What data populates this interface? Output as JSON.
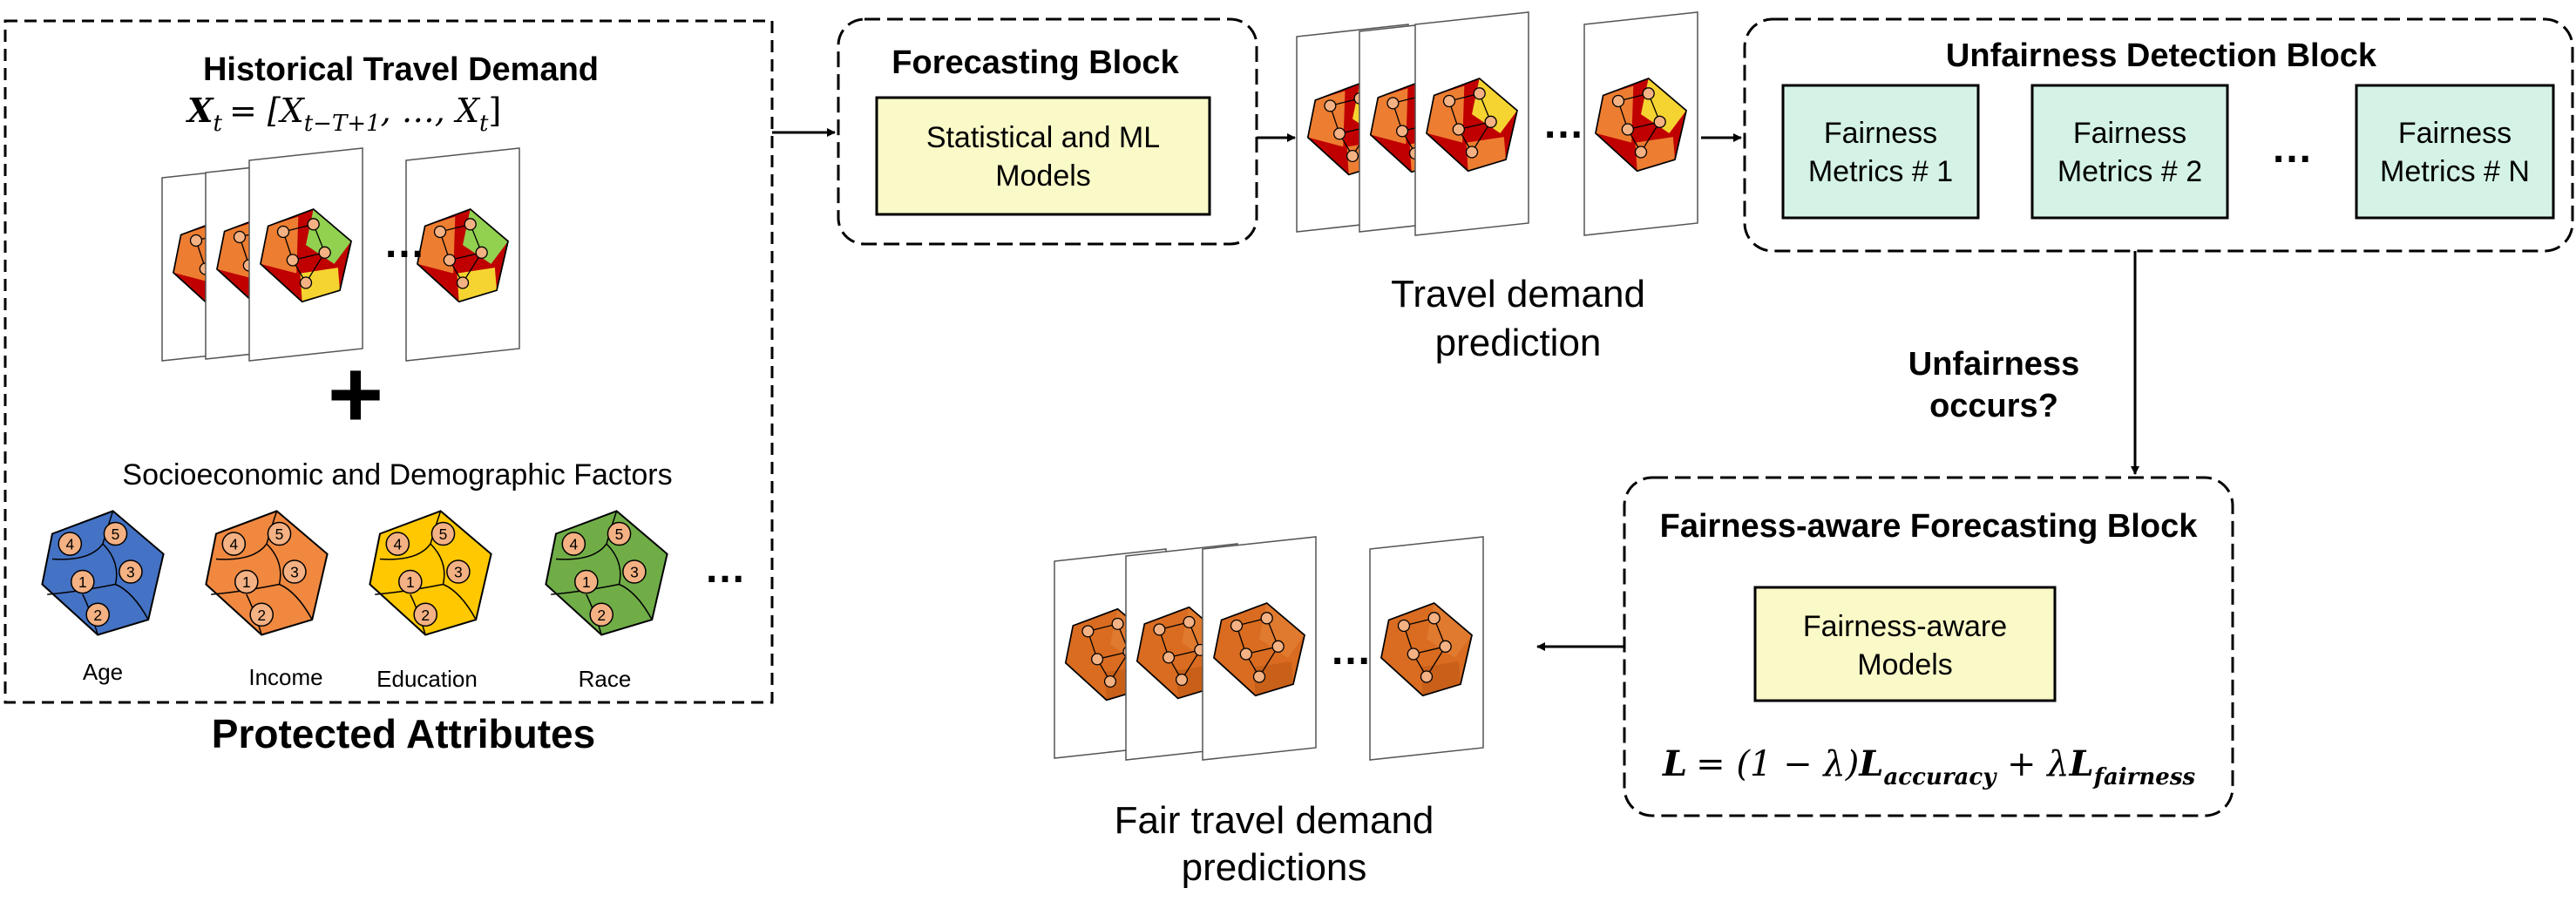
{
  "colors": {
    "box_fill": "#fafac8",
    "metric_fill": "#d4f2e6",
    "metric_stroke": "#2e8b7a",
    "age": "#4472c4",
    "income": "#f08840",
    "education": "#ffc800",
    "race": "#70ad47",
    "map_dark_red": "#c00000",
    "map_orange": "#ed7d31",
    "map_yellow": "#f5d431",
    "map_green": "#92d050",
    "fair_map": "#d96c20"
  },
  "historical": {
    "title": "Historical Travel Demand",
    "equation": "X_t = [X_{t−T+1}, …, X_t]",
    "eq_lhs": "X",
    "eq_lhs_sub": "t",
    "eq_rhs": "= [X",
    "eq_rhs_sub": "t−T+1",
    "eq_rhs_tail": ", …, X",
    "eq_rhs_tail_sub": "t",
    "eq_close": "]",
    "plus": "+",
    "ellipsis": "…"
  },
  "socio": {
    "title": "Socioeconomic and Demographic Factors",
    "maps": [
      {
        "label": "Age",
        "color_key": "age"
      },
      {
        "label": "Income",
        "color_key": "income"
      },
      {
        "label": "Education",
        "color_key": "education"
      },
      {
        "label": "Race",
        "color_key": "race"
      }
    ],
    "ellipsis": "…",
    "zone_ids": [
      "4",
      "5",
      "1",
      "3",
      "2"
    ]
  },
  "protected_label": "Protected Attributes",
  "forecasting": {
    "title": "Forecasting Block",
    "model_line1": "Statistical and ML",
    "model_line2": "Models"
  },
  "prediction": {
    "caption_line1": "Travel demand",
    "caption_line2": "prediction",
    "ellipsis": "…"
  },
  "unfairness": {
    "title": "Unfairness Detection Block",
    "metrics": [
      {
        "line1": "Fairness",
        "line2": "Metrics # 1"
      },
      {
        "line1": "Fairness",
        "line2": "Metrics # 2"
      },
      {
        "line1": "Fairness",
        "line2": "Metrics # N"
      }
    ],
    "ellipsis": "…"
  },
  "decision": {
    "line1": "Unfairness",
    "line2": "occurs?"
  },
  "fair_block": {
    "title": "Fairness-aware Forecasting Block",
    "model_line1": "Fairness-aware",
    "model_line2": "Models",
    "loss_L": "L",
    "loss_mid": "= (1 − λ)",
    "loss_acc": "L",
    "loss_acc_sub": "accuracy",
    "loss_plus": " + λ",
    "loss_fair": "L",
    "loss_fair_sub": "fairness"
  },
  "fair_output": {
    "caption_line1": "Fair travel demand",
    "caption_line2": "predictions",
    "ellipsis": "…"
  }
}
